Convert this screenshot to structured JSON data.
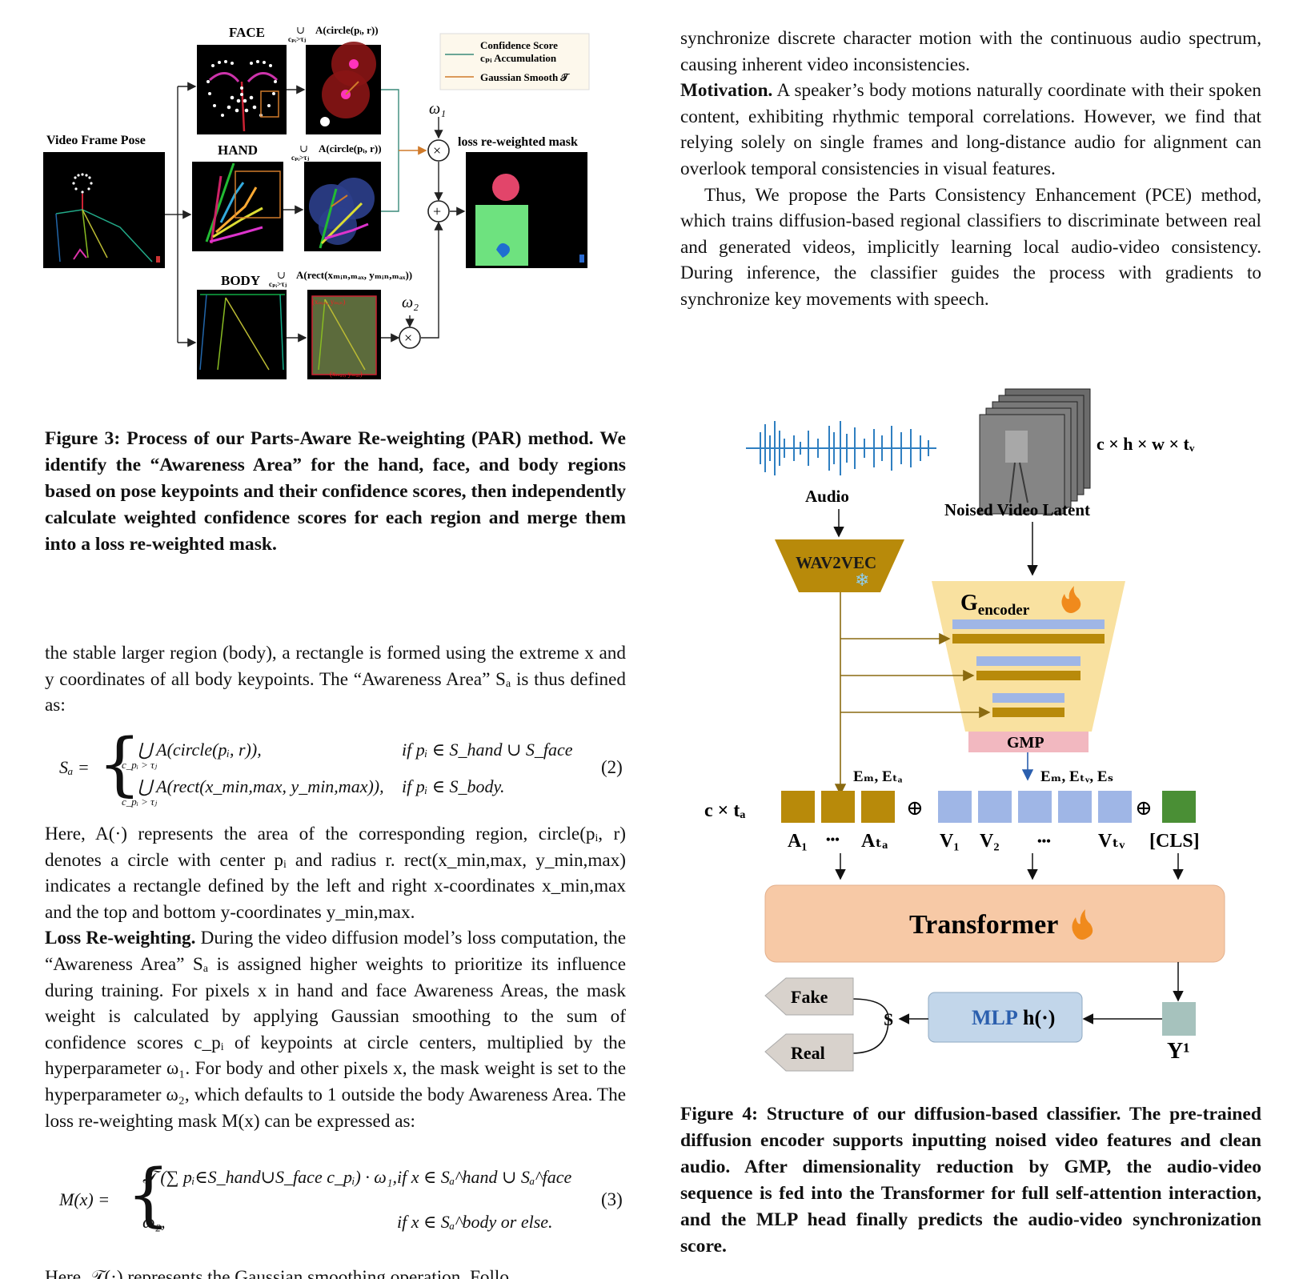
{
  "fig3": {
    "labels": {
      "face": "FACE",
      "hand": "HAND",
      "body": "BODY",
      "video_frame_pose": "Video Frame Pose",
      "loss_mask": "loss re-weighted mask",
      "face_formula": "A(circle(pᵢ, r))",
      "hand_formula": "A(circle(pᵢ, r))",
      "body_formula": "A(rect(xₘᵢₙ,ₘₐₓ, yₘᵢₙ,ₘₐₓ))",
      "union_sub": "cₚᵢ>τⱼ",
      "omega1": "ω₁",
      "omega2": "ω₂",
      "legend_title": "Confidence Score",
      "legend_accum": "cₚᵢ Accumulation",
      "legend_gauss": "Gaussian Smooth 𝒯",
      "box_top_label": "(xₘᵢₙ, yₘᵢₙ)",
      "box_bottom_label": "(xₘₐₓ, yₘₐₓ)"
    },
    "caption": "Figure 3: Process of our Parts-Aware Re-weighting (PAR) method. We identify the “Awareness Area” for the hand, face, and body regions based on pose keypoints and their confidence scores, then independently calculate weighted confidence scores for each region and merge them into a loss re-weighted mask."
  },
  "left": {
    "p1": "the stable larger region (body), a rectangle is formed using the extreme x and y coordinates of all body keypoints. The “Awareness Area” Sₐ is thus defined as:",
    "eq2_lhs": "Sₐ =",
    "eq2_line1": "⋃ A(circle(pᵢ, r)),",
    "eq2_line1_cond": "if pᵢ ∈ S_hand ∪ S_face",
    "eq2_line2": "⋃ A(rect(x_min,max, y_min,max)),",
    "eq2_line2_cond": "if pᵢ ∈ S_body.",
    "eq2_sub": "c_pᵢ > τⱼ",
    "eq2_num": "(2)",
    "p2": "Here, A(·) represents the area of the corresponding region, circle(pᵢ, r) denotes a circle with center pᵢ and radius r. rect(x_min,max, y_min,max) indicates a rectangle defined by the left and right x-coordinates x_min,max and the top and bottom y-coordinates y_min,max.",
    "p3_head": "Loss Re-weighting.",
    "p3": " During the video diffusion model’s loss computation, the “Awareness Area” Sₐ is assigned higher weights to prioritize its influence during training. For pixels x in hand and face Awareness Areas, the mask weight is calculated by applying Gaussian smoothing to the sum of confidence scores c_pᵢ of keypoints at circle centers, multiplied by the hyperparameter ω₁. For body and other pixels x, the mask weight is set to the hyperparameter ω₂, which defaults to 1 outside the body Awareness Area. The loss re-weighting mask M(x) can be expressed as:",
    "eq3_lhs": "M(x) =",
    "eq3_line1": "𝒯 (∑ pᵢ∈S_hand∪S_face c_pᵢ) · ω₁,",
    "eq3_line1_cond": "if x ∈ Sₐ^hand ∪ Sₐ^face",
    "eq3_line2": "ω₂,",
    "eq3_line2_cond": "if x ∈ Sₐ^body or else.",
    "eq3_num": "(3)",
    "cutoff": "Here, 𝒯(·) represents the Gaussian smoothing operation. Follo"
  },
  "right": {
    "p1": "synchronize discrete character motion with the continuous audio spectrum, causing inherent video inconsistencies.",
    "p2_head": "Motivation.",
    "p2": " A speaker’s body motions naturally coordinate with their spoken content, exhibiting rhythmic temporal correlations. However, we find that relying solely on single frames and long-distance audio for alignment can overlook temporal consistencies in visual features.",
    "p3": "Thus, We propose the Parts Consistency Enhancement (PCE) method, which trains diffusion-based regional classifiers to discriminate between real and generated videos, implicitly learning local audio-video consistency. During inference, the classifier guides the process with gradients to synchronize key movements with speech."
  },
  "fig4": {
    "labels": {
      "audio": "Audio",
      "noised_latent": "Noised Video Latent",
      "video_dims": "c × h × w × tᵥ",
      "wav2vec": "WAV2VEC",
      "gencoder": "G",
      "gencoder_sub": "encoder",
      "gmp": "GMP",
      "em_eta": "Eₘ, Eₜₐ",
      "em_etv_es": "Eₘ, Eₜᵥ, Eₛ",
      "c_ta": "c × tₐ",
      "a1": "A₁",
      "dots1": "•••",
      "ata": "Aₜₐ",
      "v1": "V₁",
      "v2": "V₂",
      "dots2": "•••",
      "vtv": "Vₜᵥ",
      "cls": "[CLS]",
      "transformer": "Transformer",
      "fake": "Fake",
      "real": "Real",
      "s": "S",
      "mlp": "MLP",
      "mlp_fn": "h(·)",
      "y1": "Y¹"
    },
    "colors": {
      "audio_wave": "#2f7fc1",
      "wav2vec": "#b88a0a",
      "gencoder_bg": "#f9e1a0",
      "enc_blue": "#9fb6e6",
      "enc_gold": "#b88a0a",
      "gmp": "#f2b8c0",
      "token_a": "#b88a0a",
      "token_v": "#9fb6e6",
      "token_cls": "#4a8f35",
      "transformer": "#f7c9a6",
      "mlp": "#c2d6ea",
      "y1": "#a6c2bd",
      "fake_real": "#d8d2cc",
      "pose_green": "#6ee27f"
    },
    "caption": "Figure 4: Structure of our diffusion-based classifier. The pre-trained diffusion encoder supports inputting noised video features and clean audio. After dimensionality reduction by GMP, the audio-video sequence is fed into the Transformer for full self-attention interaction, and the MLP head finally predicts the audio-video synchronization score."
  }
}
